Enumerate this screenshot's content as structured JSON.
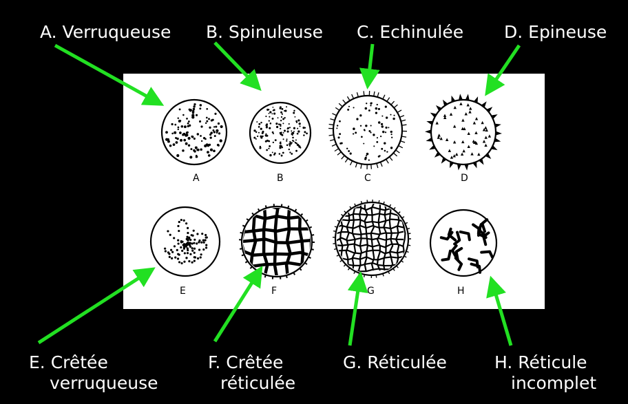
{
  "top_labels": {
    "a": "A. Verruqueuse",
    "b": "B. Spinuleuse",
    "c": "C. Echinulée",
    "d": "D. Epineuse"
  },
  "bottom_labels": {
    "e_line1": "E. Crêtée",
    "e_line2": "verruqueuse",
    "f_line1": "F. Crêtée",
    "f_line2": "réticulée",
    "g": "G. Réticulée",
    "h_line1": "H. Réticule",
    "h_line2": "incomplet"
  },
  "figure_letters": {
    "a": "A",
    "b": "B",
    "c": "C",
    "d": "D",
    "e": "E",
    "f": "F",
    "g": "G",
    "h": "H"
  },
  "colors": {
    "background": "#000000",
    "arrow": "#22e022",
    "panel": "#ffffff",
    "text": "#ffffff"
  }
}
